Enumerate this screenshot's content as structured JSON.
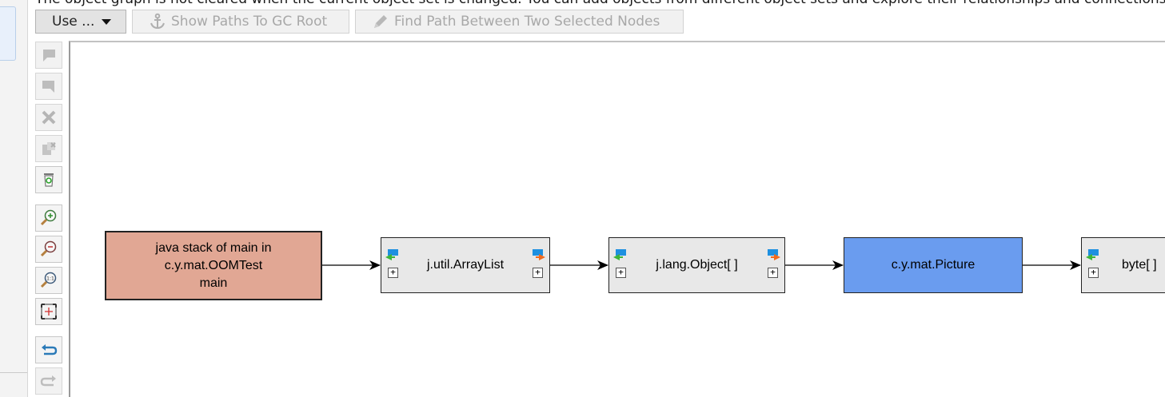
{
  "info_text": "The object graph is not cleared when the current object set is changed. You can add objects from different object sets and explore their relationships and connections",
  "buttons": {
    "use": "Use ...",
    "show_paths": "Show Paths To GC Root",
    "find_path": "Find Path Between Two Selected Nodes"
  },
  "toolbar_icons": [
    "expand-incoming-icon",
    "expand-outgoing-icon",
    "remove-icon",
    "remove-others-icon",
    "garbage-collect-icon",
    "zoom-in-icon",
    "zoom-out-icon",
    "zoom-1-1-icon",
    "fit-to-view-icon",
    "undo-icon",
    "redo-icon"
  ],
  "graph": {
    "nodes": [
      {
        "id": "stack",
        "line1": "java stack of main in",
        "line2": "c.y.mat.OOMTest",
        "line3": "main"
      },
      {
        "id": "arraylist",
        "label": "j.util.ArrayList"
      },
      {
        "id": "objarray",
        "label": "j.lang.Object[ ]"
      },
      {
        "id": "picture",
        "label": "c.y.mat.Picture"
      },
      {
        "id": "bytes",
        "label": "byte[ ]"
      }
    ],
    "edges": [
      [
        "stack",
        "arraylist"
      ],
      [
        "arraylist",
        "objarray"
      ],
      [
        "objarray",
        "picture"
      ],
      [
        "picture",
        "bytes"
      ]
    ]
  },
  "colors": {
    "root_node": "#e1a794",
    "selected_node": "#6a9cef",
    "object_node": "#e8e8e8"
  }
}
